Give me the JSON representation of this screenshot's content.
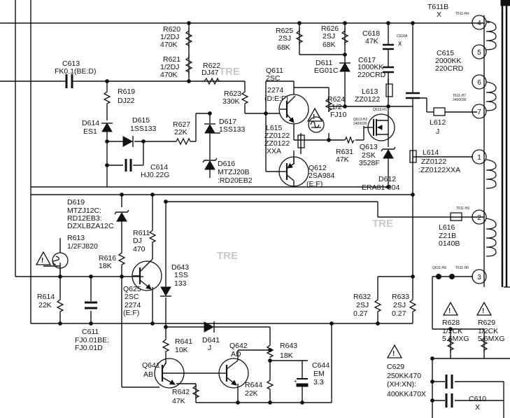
{
  "watermark": "TRE",
  "transformer": {
    "ref": "T611B",
    "suffix": "X",
    "tag": "T611-H4",
    "tag_h7": "T611-H7",
    "tag_h7b": "2400030",
    "tag_h3": "T611-H3",
    "tag_h0": "T611-H0"
  },
  "pins": [
    "4",
    "5",
    "6",
    "7",
    "1",
    "2",
    "3"
  ],
  "components": {
    "C613": [
      "C613",
      "FK0.1(BE:D)"
    ],
    "R620": [
      "R620",
      "1/2DJ",
      "470K"
    ],
    "R621": [
      "R621",
      "1/2DJ",
      "470K"
    ],
    "R622": [
      "R622",
      "DJ47"
    ],
    "R619": [
      "R619",
      "DJ22"
    ],
    "R623": [
      "R623",
      "330K"
    ],
    "Q611": [
      "Q611",
      "2SC",
      "2274",
      "(D:E:F)"
    ],
    "R625": [
      "R625",
      "2SJ",
      "68K"
    ],
    "R626": [
      "R626",
      "2SJ",
      "68K"
    ],
    "C618": [
      "C618",
      "47K"
    ],
    "C618A": [
      "C618A",
      "x"
    ],
    "D611": [
      "D611",
      "EG01C"
    ],
    "C617": [
      "C617",
      "1000KK",
      "220CRD"
    ],
    "C615": [
      "C615",
      "2000KK",
      "220CRD"
    ],
    "R624": [
      "R624",
      "1/2",
      "FJ10"
    ],
    "L613": [
      "L613",
      "ZZ0122"
    ],
    "D614": [
      "D614",
      "ES1"
    ],
    "D615": [
      "D615",
      "1SS133"
    ],
    "R627": [
      "R627",
      "22K"
    ],
    "D617": [
      "D617",
      "1SS133"
    ],
    "L615": [
      "L615",
      "ZZ0122",
      "ZZ0122",
      "XXA"
    ],
    "C614": [
      "C614",
      "HJ0.22G"
    ],
    "D616": [
      "D616",
      "MTZJ20B",
      ":RD20EB2"
    ],
    "R631": [
      "R631",
      "47K"
    ],
    "Q613": [
      "Q613",
      "2SK",
      "3528F"
    ],
    "Q612": [
      "Q612",
      "2SA984",
      "(E:F)"
    ],
    "L612": [
      "L612",
      "J"
    ],
    "L614": [
      "L614",
      "ZZ0122",
      ":ZZ0122XXA"
    ],
    "D612": [
      "D612",
      "ERA81-004"
    ],
    "D619": [
      "D619",
      "MTZJ12C:",
      "RD12EB3:",
      "DZXLBZA12C"
    ],
    "R613": [
      "R613",
      "1/2FJ820"
    ],
    "R611": [
      "R611",
      "DJ",
      "470"
    ],
    "R616": [
      "R616",
      "18K"
    ],
    "L616": [
      "L616",
      "Z21B",
      "0140B"
    ],
    "Q625": [
      "Q625",
      "2SC",
      "2274",
      "(E:F)"
    ],
    "D643": [
      "D643",
      "1SS",
      "133"
    ],
    "R614": [
      "R614",
      "22K"
    ],
    "R632": [
      "R632",
      "2SJ",
      "0.27"
    ],
    "R633": [
      "R633",
      "2SJ",
      "0.27"
    ],
    "R628": [
      "R628",
      "1/2CK",
      "5.6MXG"
    ],
    "R629": [
      "R629",
      "1/2CK",
      "5.6MXG"
    ],
    "C611": [
      "C611",
      "FJ0.01BE:",
      "FJ0.01D"
    ],
    "D641": [
      "D641",
      "J"
    ],
    "R641": [
      "R641",
      "10K"
    ],
    "R643": [
      "R643",
      "18K"
    ],
    "Q642": [
      "Q642",
      "AD"
    ],
    "Q641": [
      "Q641",
      "AB"
    ],
    "C644": [
      "C644",
      "EM",
      "3.3"
    ],
    "R644": [
      "R644",
      "22K"
    ],
    "R642": [
      "R642",
      "47K"
    ],
    "C629": [
      "C629",
      "250KK470",
      "(XH:XN):",
      "400KK470X"
    ],
    "C610": [
      "C610",
      "X"
    ]
  }
}
